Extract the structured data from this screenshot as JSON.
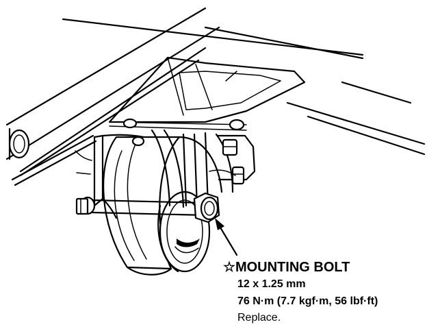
{
  "callout": {
    "star_symbol": "☆",
    "title": "MOUNTING BOLT",
    "size": "12 x 1.25 mm",
    "torque": "76 N·m (7.7 kgf·m, 56 lbf·ft)",
    "note": "Replace."
  },
  "colors": {
    "ink": "#000000",
    "paper": "#ffffff"
  }
}
